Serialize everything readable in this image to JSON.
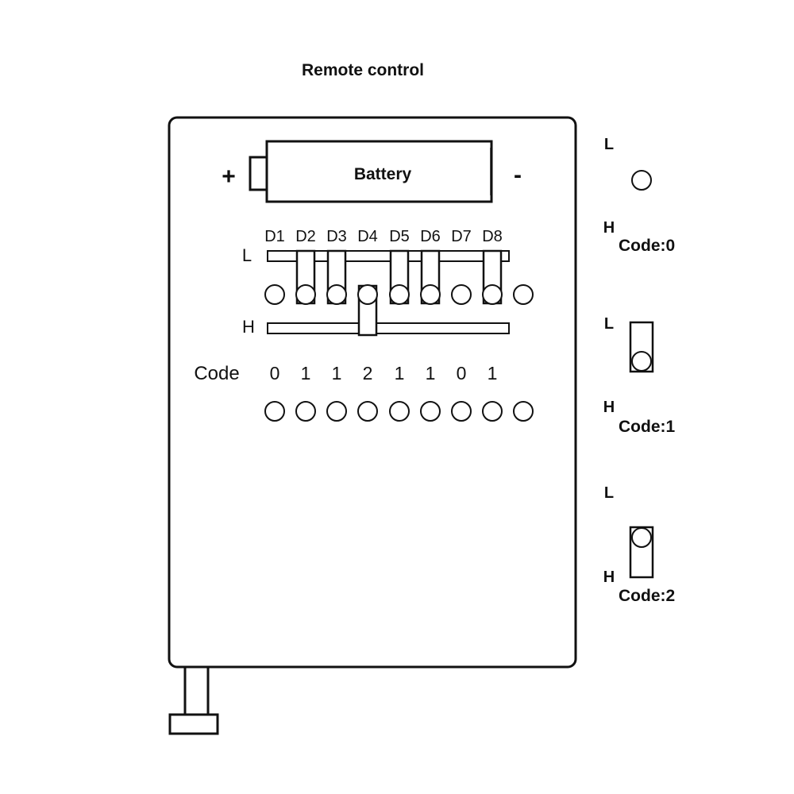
{
  "title": "Remote control",
  "battery": {
    "label": "Battery",
    "plus": "+",
    "minus": "-"
  },
  "rail_labels": {
    "low": "L",
    "high": "H"
  },
  "dip_switches": [
    {
      "label": "D1",
      "code": "0"
    },
    {
      "label": "D2",
      "code": "1"
    },
    {
      "label": "D3",
      "code": "1"
    },
    {
      "label": "D4",
      "code": "2"
    },
    {
      "label": "D5",
      "code": "1"
    },
    {
      "label": "D6",
      "code": "1"
    },
    {
      "label": "D7",
      "code": "0"
    },
    {
      "label": "D8",
      "code": "1"
    }
  ],
  "code_row_label": "Code",
  "legend": [
    {
      "low": "L",
      "high": "H",
      "code": "Code:0"
    },
    {
      "low": "L",
      "high": "H",
      "code": "Code:1"
    },
    {
      "low": "L",
      "high": "H",
      "code": "Code:2"
    }
  ],
  "colors": {
    "stroke": "#111111",
    "background": "#ffffff"
  }
}
